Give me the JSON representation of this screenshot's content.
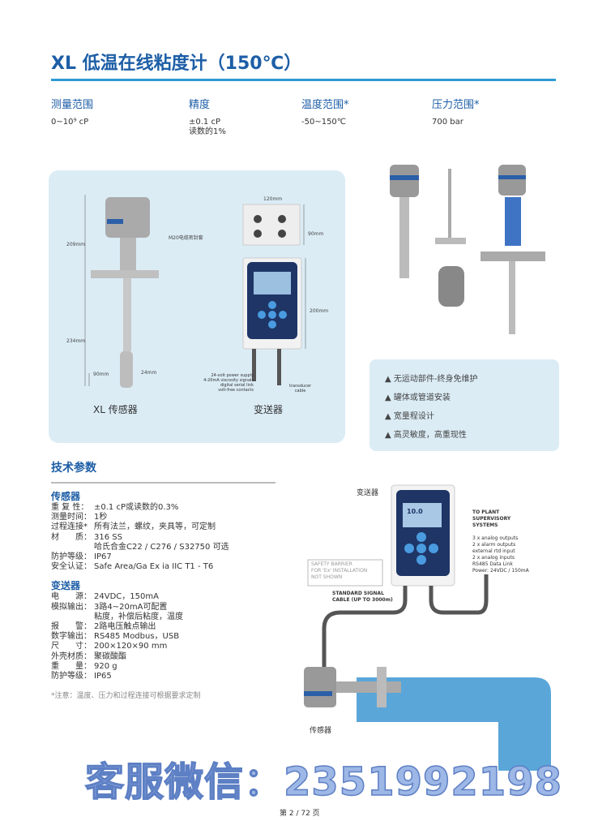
{
  "title": "XL 低温在线粘度计（150℃）",
  "specs": [
    {
      "label": "测量范围",
      "value": "0~10⁹ cP"
    },
    {
      "label": "精度",
      "value": "±0.1 cP",
      "value2": "读数的1%"
    },
    {
      "label": "温度范围*",
      "value": "-50~150℃"
    },
    {
      "label": "压力范围*",
      "value": "700 bar"
    }
  ],
  "diagram": {
    "dims": {
      "h1": "209mm",
      "h2": "234mm",
      "tip": "90mm",
      "dia": "24mm",
      "w": "120mm",
      "d": "90mm",
      "th": "200mm"
    },
    "cable_gland": "M20电缆密封套",
    "power_notes": [
      "24-volt power supply",
      "4-20mA viscosity signals",
      "digital serial link",
      "volt-free contacts"
    ],
    "transducer_cable": [
      "transducer",
      "cable"
    ],
    "sensor_caption": "XL 传感器",
    "transmitter_caption": "变送器"
  },
  "features": [
    "▲ 无运动部件-终身免维护",
    "▲ 罐体或管道安装",
    "▲ 宽量程设计",
    "▲ 高灵敏度，高重现性"
  ],
  "tech": {
    "heading": "技术参数",
    "sensor_title": "传感器",
    "sensor_rows": [
      [
        "重 复 性：",
        "±0.1 cP或读数的0.3%"
      ],
      [
        "测量时间：",
        "1秒"
      ],
      [
        "过程连接*",
        "所有法兰，螺纹，夹具等，可定制"
      ],
      [
        "材　　质：",
        "316 SS"
      ],
      [
        "",
        "哈氏合金C22 / C276 / S32750 可选"
      ],
      [
        "防护等级：",
        "IP67"
      ],
      [
        "安全认证：",
        "Safe Area/Ga Ex ia IIC T1 - T6"
      ]
    ],
    "transmitter_title": "变送器",
    "transmitter_rows": [
      [
        "电　　源：",
        "24VDC，150mA"
      ],
      [
        "模拟输出：",
        "3路4~20mA可配置"
      ],
      [
        "",
        "粘度，补偿后粘度，温度"
      ],
      [
        "报　　警：",
        "2路电压触点输出"
      ],
      [
        "数字输出：",
        "RS485 Modbus，USB"
      ],
      [
        "尺　　寸：",
        "200×120×90 mm"
      ],
      [
        "外壳材质：",
        "聚碳酸酯"
      ],
      [
        "重　　量：",
        "920 g"
      ],
      [
        "防护等级：",
        "IP65"
      ]
    ],
    "note": "*注意：温度、压力和过程连接可根据要求定制"
  },
  "install": {
    "transmitter_label": "变送器",
    "screen_value": "10.0",
    "plant": [
      "TO PLANT",
      "SUPERVISORY",
      "SYSTEMS"
    ],
    "outputs": [
      "3 x analog outputs",
      "2 x alarm outputs",
      "external rtd input",
      "2 x analog inputs",
      "RS485 Data Link",
      "Power: 24VDC / 150mA"
    ],
    "barrier": [
      "SAFETY BARRIER",
      "FOR 'Ex' INSTALLATION",
      "NOT SHOWN"
    ],
    "cable": [
      "STANDARD SIGNAL",
      "CABLE (UP TO 3000m)"
    ],
    "sensor_label": "传感器"
  },
  "watermark": "客服微信：2351992198",
  "page_number": "第 2 / 72 页"
}
